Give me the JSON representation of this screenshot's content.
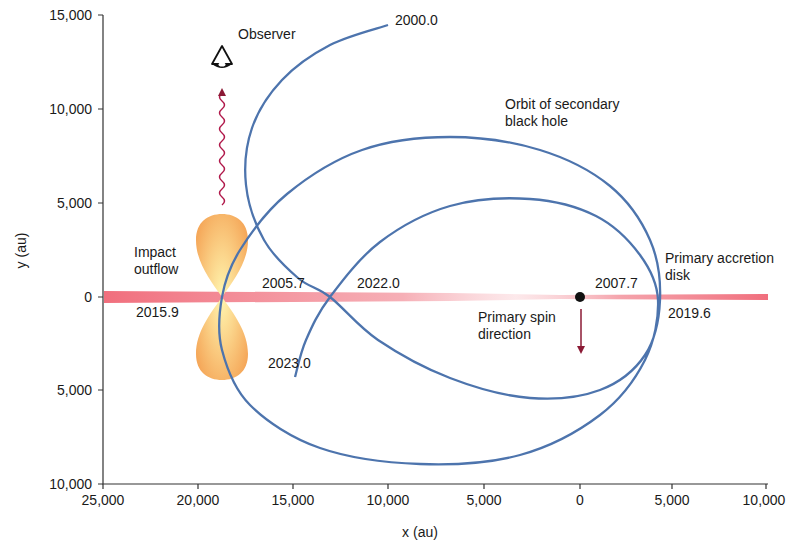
{
  "diagram": {
    "labels": [
      "Observer",
      "2000.0",
      "Orbit of secondary black hole",
      "Impact outflow",
      "2005.7",
      "2022.0",
      "2007.7",
      "Primary accretion disk",
      "2015.9",
      "2019.6",
      "Primary spin direction",
      "2023.0",
      "15,000",
      "10,000",
      "5,000",
      "0",
      "5,000",
      "10,000",
      "25,000",
      "20,000",
      "15,000",
      "10,000",
      "5,000",
      "0",
      "5,000",
      "10,000",
      "y (au)",
      "x (au)"
    ]
  }
}
